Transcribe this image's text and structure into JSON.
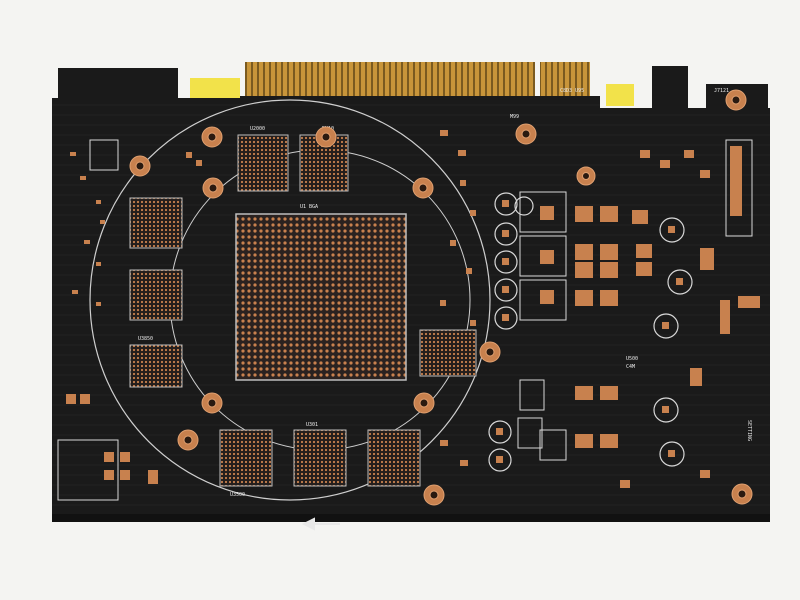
{
  "image": {
    "subject": "pcb-board",
    "colors": {
      "background": "#f4f4f2",
      "solder_mask": "#1a1a1a",
      "copper_pad": "#c8814e",
      "gold_finger": "#b8862e",
      "fiducial_yellow": "#f2e24a",
      "silkscreen": "#e8e8e8"
    }
  },
  "labels": {
    "top_left_a": "U2000",
    "top_mid_a": "RN10",
    "chip_id": "U1 BGA",
    "conn_top": "C8D3 U95",
    "mid_a": "M99",
    "right_top": "J7121",
    "right_mid_a": "U500",
    "right_mid_b": "C4M",
    "right_edge": "SETTING",
    "bottom_a": "U3500",
    "bottom_b": "U301",
    "left_low": "U3850",
    "arrow_note": ""
  }
}
